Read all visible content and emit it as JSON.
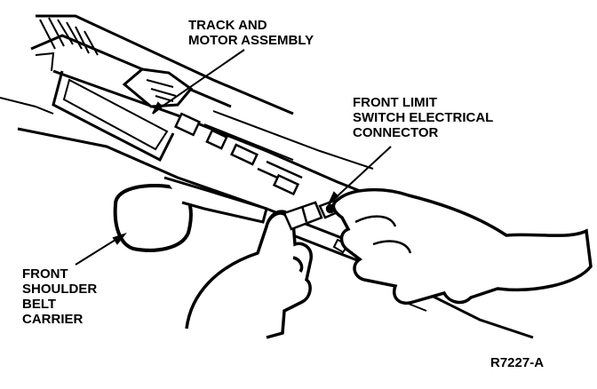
{
  "labels": {
    "track_motor": [
      "TRACK AND",
      "MOTOR ASSEMBLY"
    ],
    "limit_connector": [
      "FRONT LIMIT",
      "SWITCH ELECTRICAL",
      "CONNECTOR"
    ],
    "shoulder_carrier": [
      "FRONT",
      "SHOULDER",
      "BELT",
      "CARRIER"
    ],
    "figure_code": "R7227-A"
  }
}
